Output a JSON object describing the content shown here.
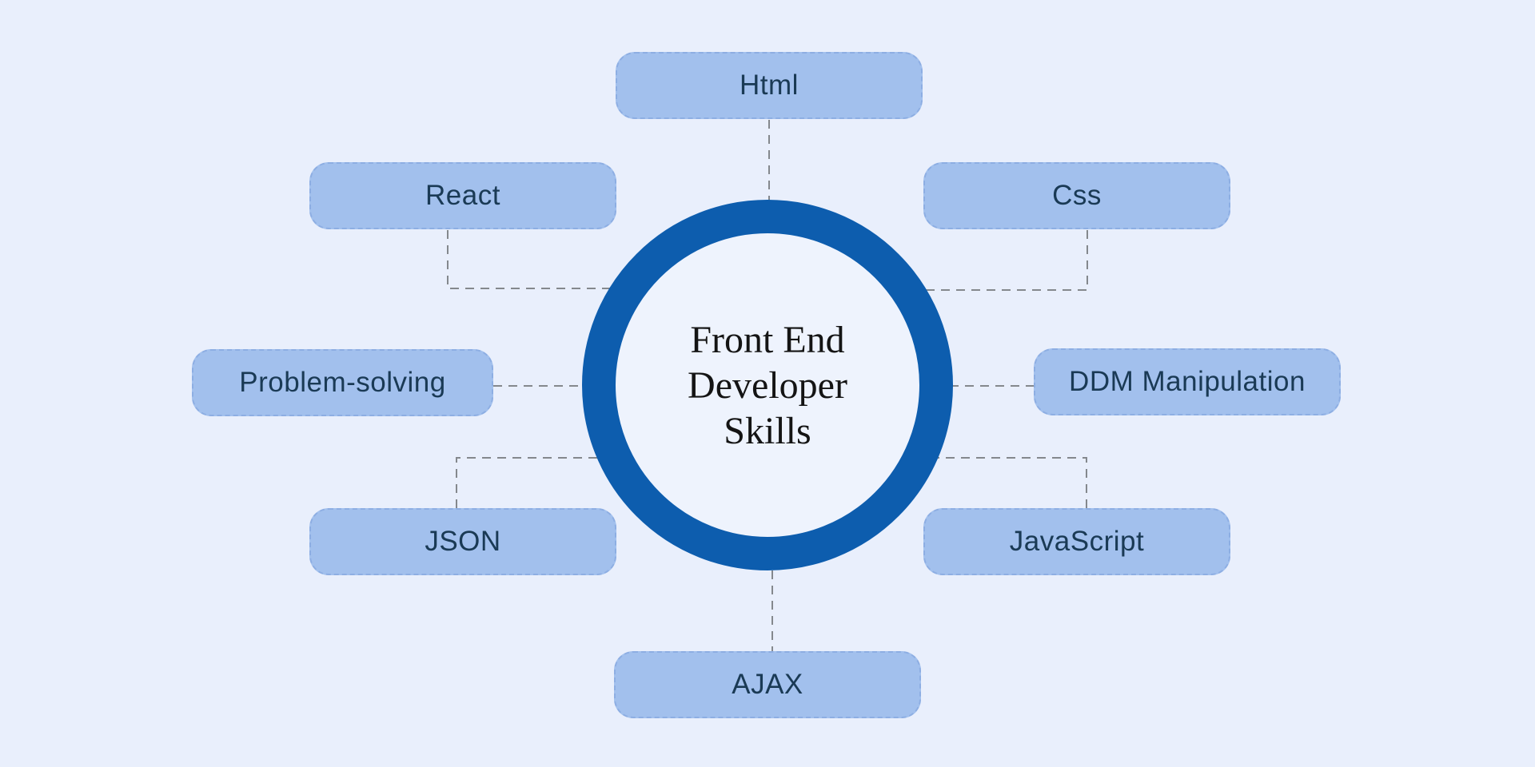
{
  "diagram": {
    "center": {
      "lines": [
        "Front End",
        "Developer",
        "Skills"
      ]
    },
    "nodes": [
      {
        "id": "html",
        "label": "Html",
        "position": "top"
      },
      {
        "id": "react",
        "label": "React",
        "position": "top-left"
      },
      {
        "id": "css",
        "label": "Css",
        "position": "top-right"
      },
      {
        "id": "problem-solving",
        "label": "Problem-solving",
        "position": "left"
      },
      {
        "id": "ddm-manipulation",
        "label": "DDM Manipulation",
        "position": "right"
      },
      {
        "id": "json",
        "label": "JSON",
        "position": "bottom-left"
      },
      {
        "id": "javascript",
        "label": "JavaScript",
        "position": "bottom-right"
      },
      {
        "id": "ajax",
        "label": "AJAX",
        "position": "bottom"
      }
    ],
    "colors": {
      "background": "#e9effc",
      "circle_inner": "#eef3fd",
      "node_fill": "#a2c0ed",
      "node_text": "#1a3a55",
      "ring": "#0d5dae",
      "center_text": "#141414",
      "connector": "#84888d"
    }
  }
}
